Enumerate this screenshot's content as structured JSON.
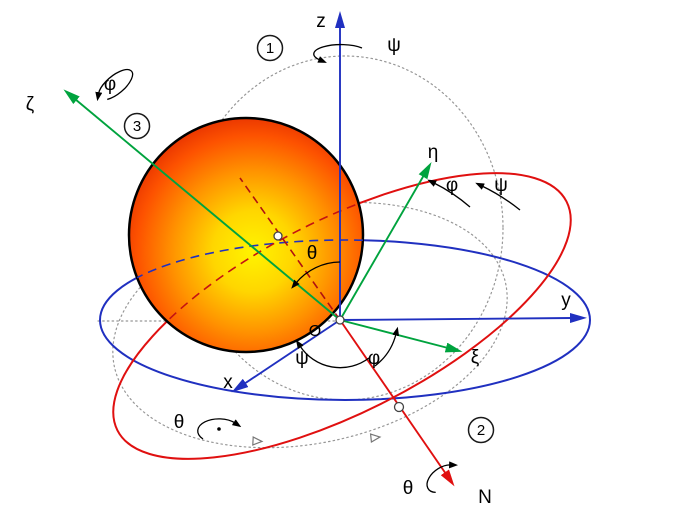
{
  "diagram": {
    "subject": "euler-angles-rotating-sphere",
    "labels": {
      "z": "z",
      "y": "y",
      "x": "x",
      "eta": "η",
      "xi": "ξ",
      "zeta": "ζ",
      "n": "N",
      "o": "O",
      "psi": "ψ",
      "theta": "θ",
      "phi": "φ",
      "circle1": "1",
      "circle2": "2",
      "circle3": "3"
    },
    "colors": {
      "axis_blue": "#2030c0",
      "frame_green": "#00a33e",
      "node_red": "#e01010",
      "hidden_dash_red": "#b01010",
      "guide_gray": "#979797",
      "sphere_core": "#fff400",
      "sphere_mid": "#ff9400",
      "sphere_rim": "#e02800",
      "outline": "#000000"
    }
  }
}
